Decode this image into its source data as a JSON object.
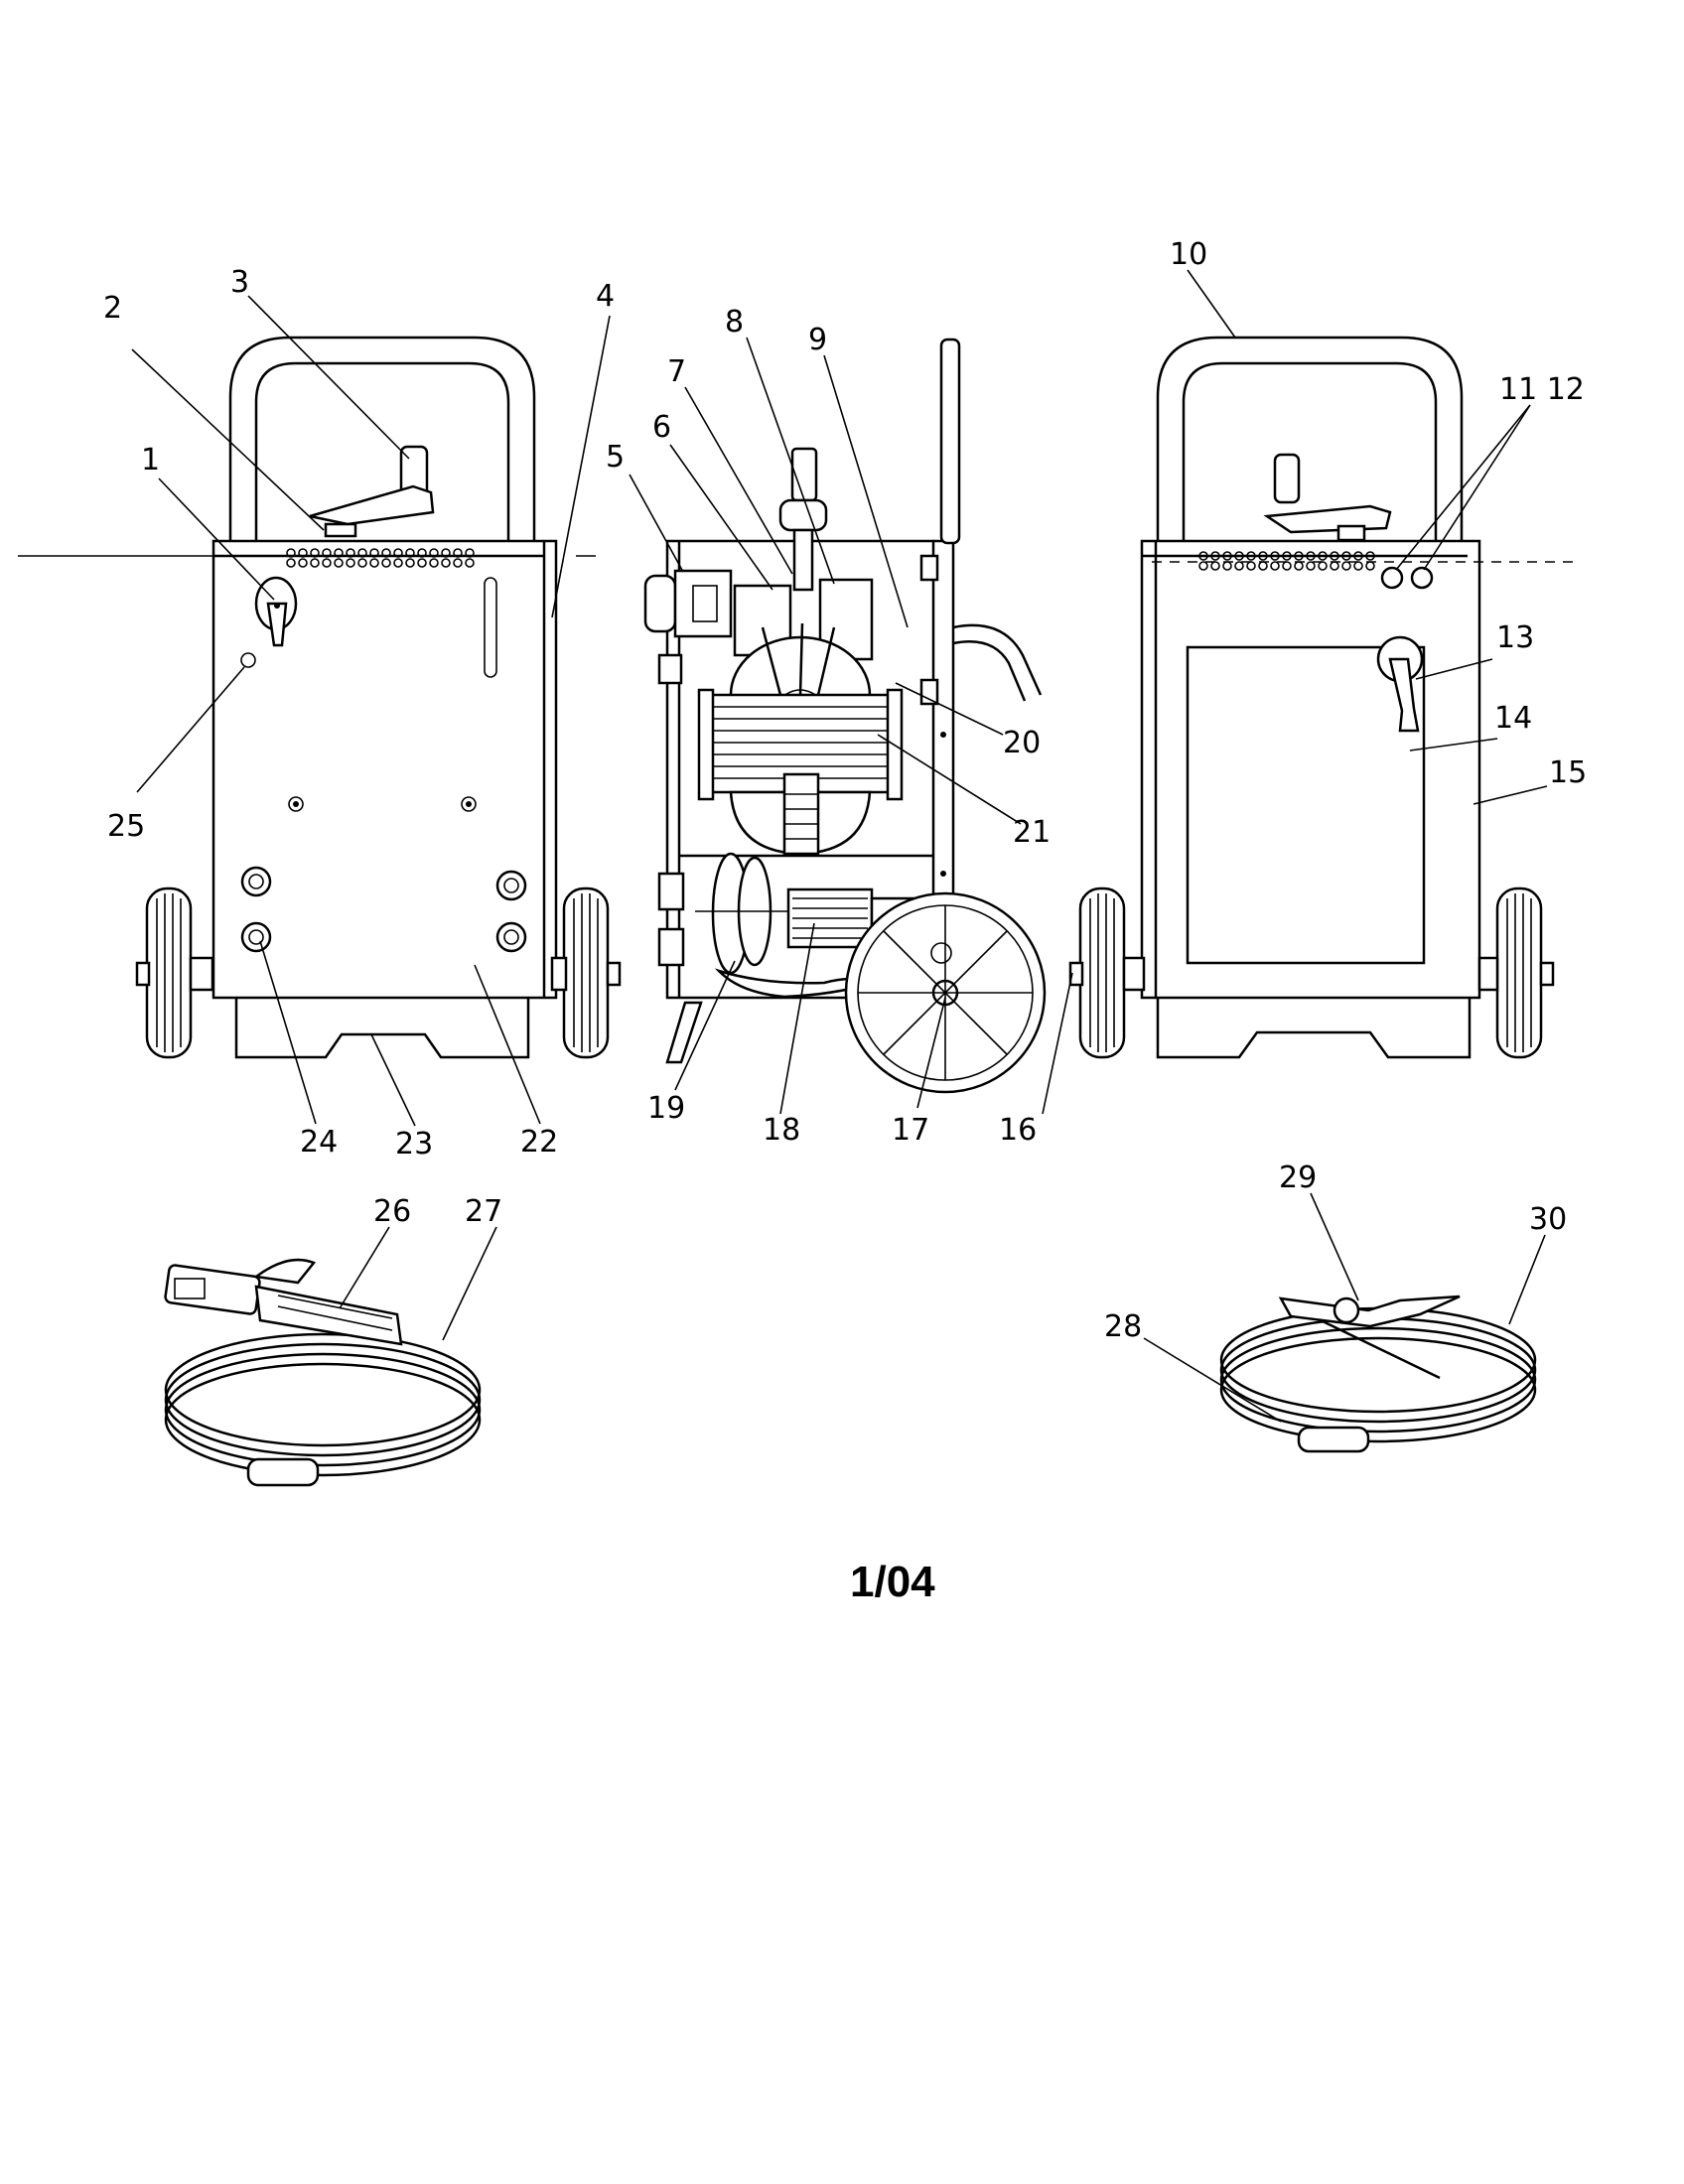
{
  "page_label": "1/04",
  "callouts": [
    "1",
    "2",
    "3",
    "4",
    "5",
    "6",
    "7",
    "8",
    "9",
    "10",
    "11 12",
    "13",
    "14",
    "15",
    "16",
    "17",
    "18",
    "19",
    "20",
    "21",
    "22",
    "23",
    "24",
    "25",
    "26",
    "27",
    "28",
    "29",
    "30"
  ]
}
